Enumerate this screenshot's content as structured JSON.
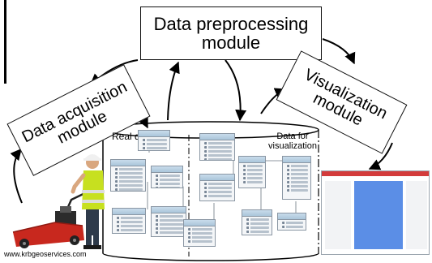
{
  "modules": {
    "preprocessing": "Data preprocessing\nmodule",
    "acquisition": "Data acquisition\nmodule",
    "visualization": "Visualization\nmodule"
  },
  "database": {
    "real_data_label": "Real data",
    "viz_data_label": "Data for\nvisualization"
  },
  "credit": "www.krbgeoservices.com",
  "colors": {
    "gpr_cart": "#c8281e",
    "vest": "#c7e01f",
    "visualization_panel": "#5b8ee6",
    "app_titlebar": "#d33b3b"
  },
  "icons": [
    "operator-with-gpr-cart",
    "visualization-app-screenshot",
    "entity-table-icon"
  ]
}
